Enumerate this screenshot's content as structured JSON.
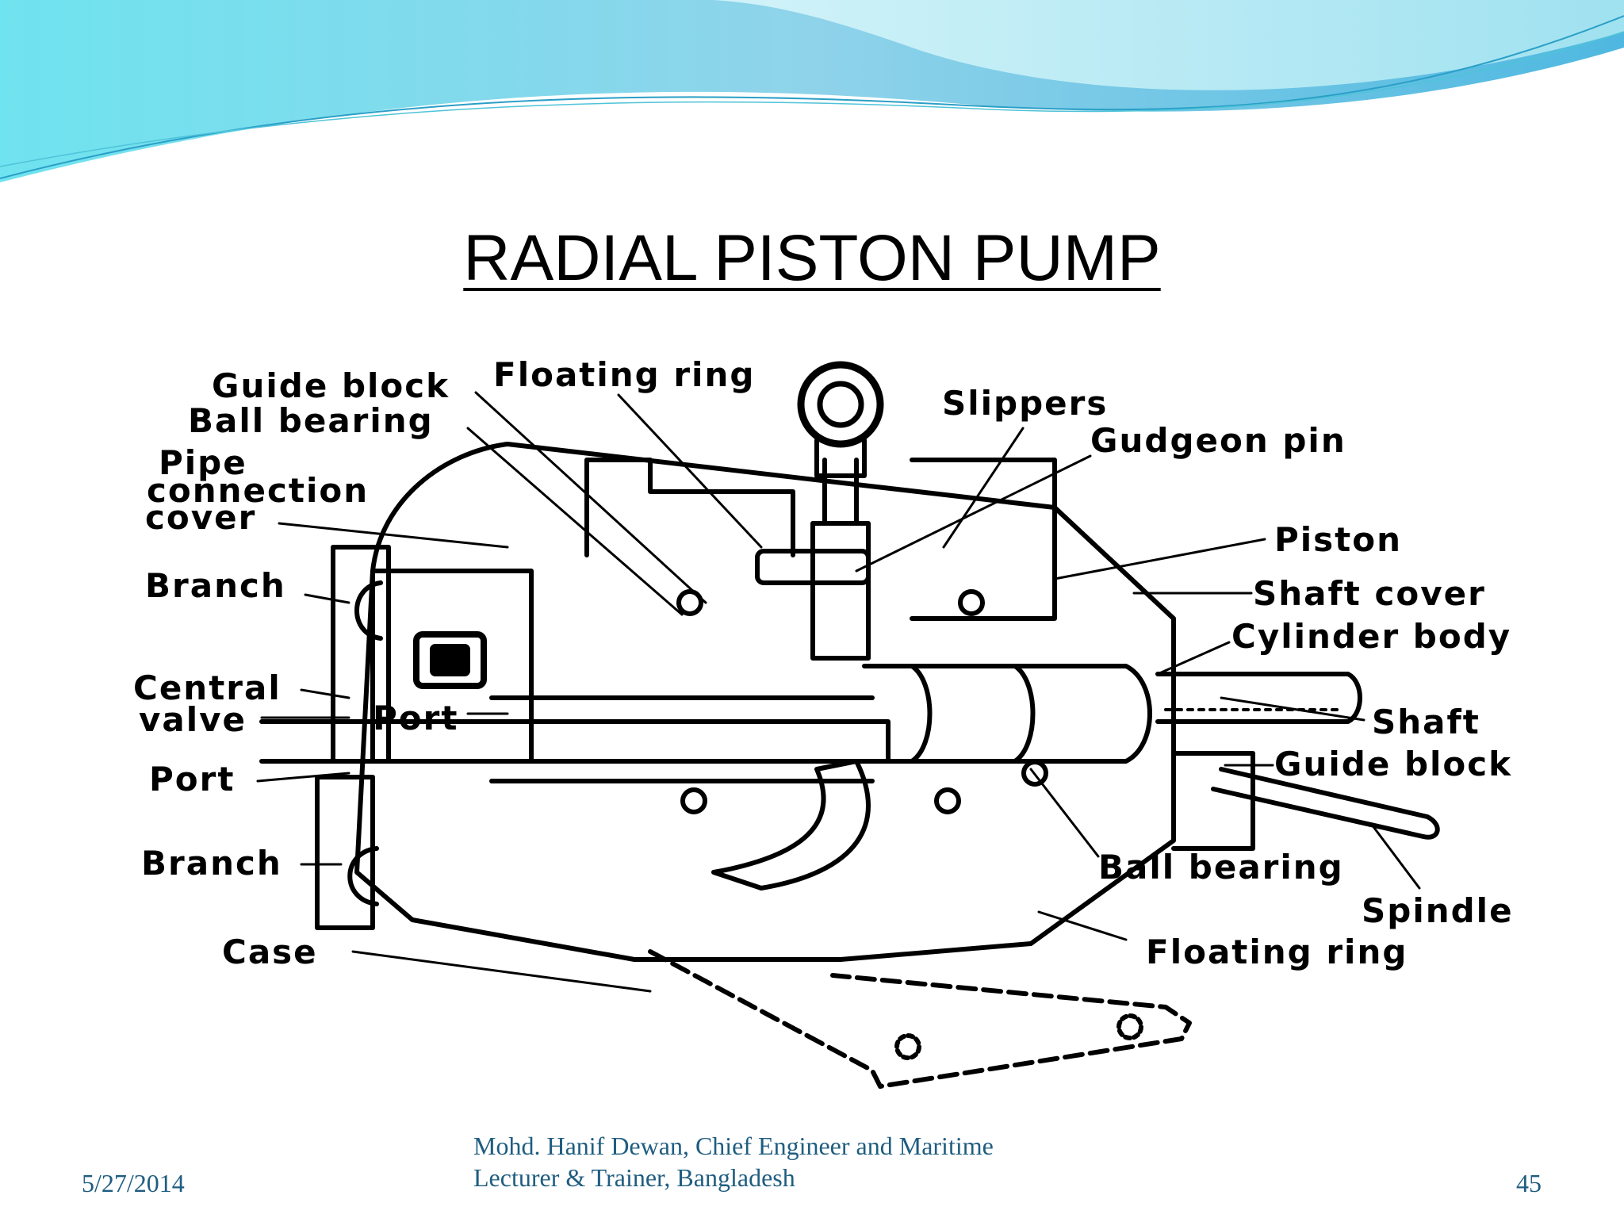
{
  "slide": {
    "title": "RADIAL PISTON PUMP",
    "colors": {
      "wave_light": "#bdf0f6",
      "wave_mid": "#7fd8ea",
      "wave_dark": "#3fb4d8",
      "footer_text": "#1f5d80"
    }
  },
  "labels": {
    "guide_block_top": "Guide block",
    "floating_ring_top": "Floating ring",
    "ball_bearing_top": "Ball bearing",
    "pipe_connection_cover_1": "Pipe",
    "pipe_connection_cover_2": "connection",
    "pipe_connection_cover_3": "cover",
    "branch_top": "Branch",
    "central_valve_1": "Central",
    "central_valve_2": "valve",
    "port_inner": "Port",
    "port_left": "Port",
    "branch_bottom": "Branch",
    "case": "Case",
    "slippers": "Slippers",
    "gudgeon_pin": "Gudgeon pin",
    "piston": "Piston",
    "shaft_cover": "Shaft cover",
    "cylinder_body": "Cylinder body",
    "shaft": "Shaft",
    "guide_block_right": "Guide block",
    "ball_bearing_bottom": "Ball bearing",
    "spindle": "Spindle",
    "floating_ring_bottom": "Floating ring"
  },
  "footer": {
    "date": "5/27/2014",
    "author_line1": "Mohd. Hanif Dewan, Chief Engineer and Maritime",
    "author_line2": "Lecturer & Trainer, Bangladesh",
    "page_number": "45"
  }
}
